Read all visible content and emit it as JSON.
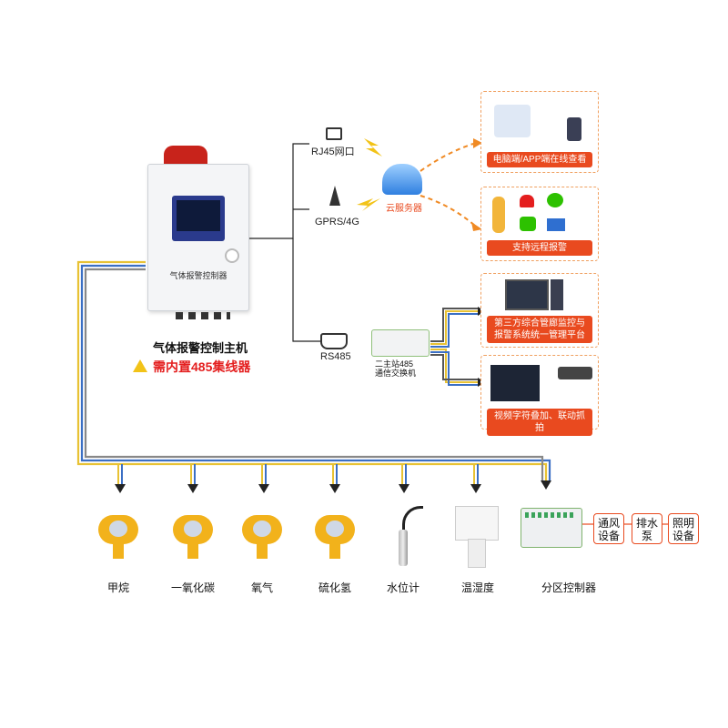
{
  "controller": {
    "panel_label": "气体报警控制器",
    "title": "气体报警控制主机",
    "warning": "需内置485集线器"
  },
  "network": {
    "rj45": "RJ45网口",
    "gprs": "GPRS/4G",
    "rs485": "RS485",
    "cloud": "云服务器",
    "switch_line1": "二主站485",
    "switch_line2": "通信交换机"
  },
  "panels": {
    "online_view": "电脑端/APP端在线查看",
    "remote_alarm": "支持远程报警",
    "third_party_line1": "第三方综合管廊监控与",
    "third_party_line2": "报警系统统一管理平台",
    "video": "视频字符叠加、联动抓拍"
  },
  "devices": [
    {
      "label": "甲烷"
    },
    {
      "label": "一氧化碳"
    },
    {
      "label": "氧气"
    },
    {
      "label": "硫化氢"
    },
    {
      "label": "水位计"
    },
    {
      "label": "温湿度"
    },
    {
      "label": "分区控制器"
    }
  ],
  "relays": [
    {
      "line1": "通风",
      "line2": "设备"
    },
    {
      "line1": "排水",
      "line2": "泵"
    },
    {
      "line1": "照明",
      "line2": "设备"
    }
  ],
  "colors": {
    "accent": "#e94a1f",
    "cable_yellow": "#e8c234",
    "cable_blue": "#3b6fc4",
    "link_orange": "#f08a24"
  }
}
